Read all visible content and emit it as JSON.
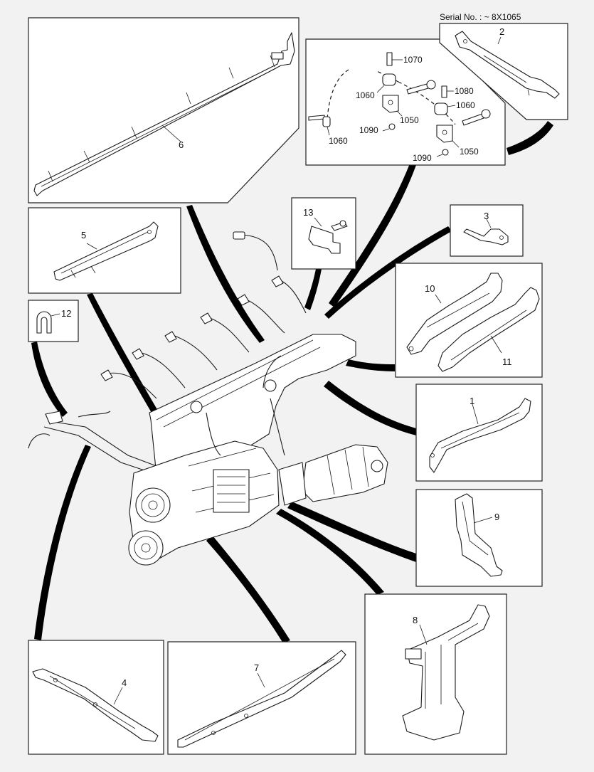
{
  "serial": "Serial No. : ~ 8X1065",
  "callouts": {
    "c1": "1",
    "c2": "2",
    "c3": "3",
    "c4": "4",
    "c5": "5",
    "c6": "6",
    "c7": "7",
    "c8": "8",
    "c9": "9",
    "c10": "10",
    "c11": "11",
    "c12": "12",
    "c13": "13"
  },
  "hardware": {
    "h1070": "1070",
    "h1060a": "1060",
    "h1050a": "1050",
    "h1080": "1080",
    "h1060b": "1060",
    "h1090a": "1090",
    "h1060c": "1060",
    "h1090b": "1090",
    "h1050b": "1050"
  }
}
